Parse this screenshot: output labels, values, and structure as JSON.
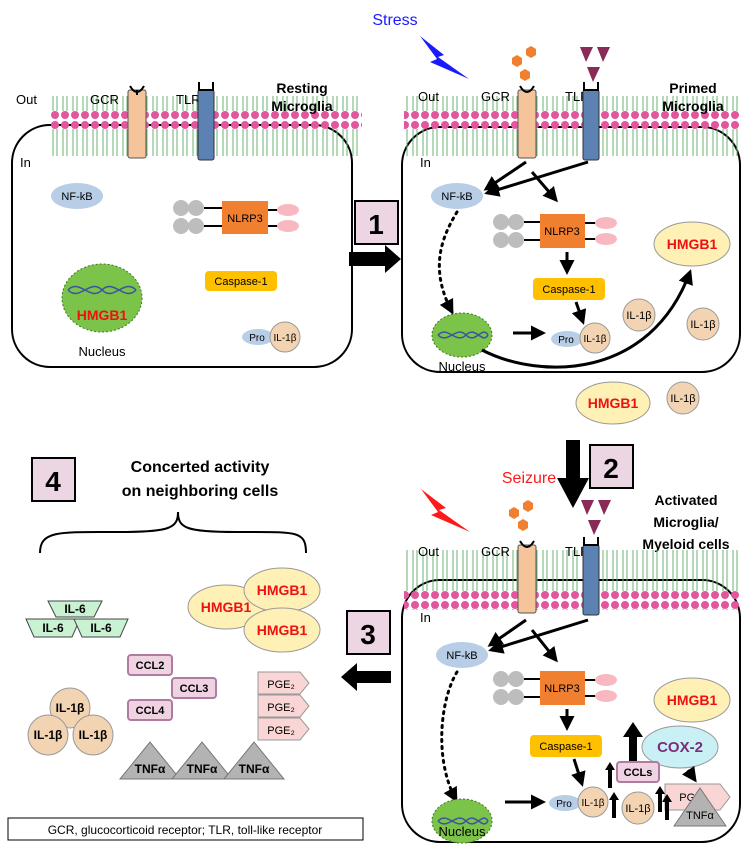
{
  "labels": {
    "stress": "Stress",
    "seizure": "Seizure",
    "resting_title": [
      "Resting",
      "Microglia"
    ],
    "primed_title": [
      "Primed",
      "Microglia"
    ],
    "activated_title": [
      "Activated",
      "Microglia/",
      "Myeloid cells"
    ],
    "out": "Out",
    "in": "In",
    "gcr": "GCR",
    "tlr": "TLR",
    "nfkb": "NF-kB",
    "nlrp3": "NLRP3",
    "caspase": "Caspase-1",
    "hmgb1": "HMGB1",
    "nucleus": "Nucleus",
    "pro": "Pro",
    "il1b": "IL-1β",
    "cox2": "COX-2",
    "pge2": "PGE₂",
    "ccls": "CCLs",
    "tnfa": "TNFα",
    "il6": "IL-6",
    "ccl2": "CCL2",
    "ccl3": "CCL3",
    "ccl4": "CCL4",
    "concerted": [
      "Concerted activity",
      "on neighboring cells"
    ]
  },
  "steps": [
    "1",
    "2",
    "3",
    "4"
  ],
  "legend": "GCR, glucocorticoid receptor; TLR, toll-like receptor",
  "colors": {
    "stress": "#1a1aff",
    "seizure": "#ff1a1a",
    "hmgb1_text": "#ee1111",
    "cox2_text": "#7b2d7b",
    "nlrp3": "#f08030",
    "caspase": "#ffc000",
    "nucleus": "#7cc34a",
    "nfkb": "#b8cde6",
    "gcr": "#f5c49a",
    "tlr": "#5c82b3",
    "ligand": "#f08030",
    "tlr_ligand": "#8a2a56",
    "hmgb1_fill": "#fff1b5",
    "il1b_fill": "#f2d4b3",
    "ccl_fill": "#efd3e2",
    "pge_fill": "#f9d5d5",
    "tnf_fill": "#b3b3b3",
    "il6_fill": "#c8f2d2",
    "cox2_fill": "#c9f0f5",
    "step_box": "#ecd6e4"
  }
}
